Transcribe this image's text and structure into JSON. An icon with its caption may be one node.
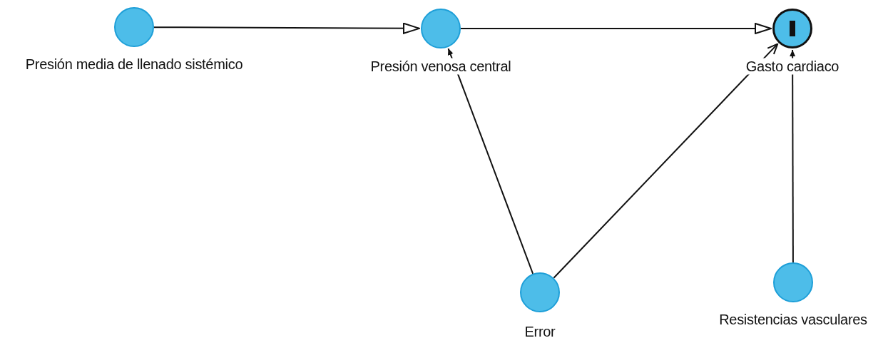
{
  "diagram": {
    "nodes": [
      {
        "text": [
          "Presión media de llenado sistémico"
        ]
      },
      {
        "text": [
          "Presión venosa central"
        ]
      },
      {
        "text": [
          "Gasto cardiaco"
        ]
      },
      {
        "text": [
          "Error"
        ]
      },
      {
        "text": [
          "Resistencias vasculares"
        ]
      }
    ],
    "edges": [
      {
        "from": 0,
        "to": 1,
        "arrow": "to"
      },
      {
        "from": 1,
        "to": 2,
        "arrow": "to"
      },
      {
        "from": 3,
        "to": 1,
        "arrow": "to"
      },
      {
        "from": 3,
        "to": 2,
        "arrow": "to"
      },
      {
        "from": 4,
        "to": 2,
        "arrow": "to"
      }
    ]
  }
}
